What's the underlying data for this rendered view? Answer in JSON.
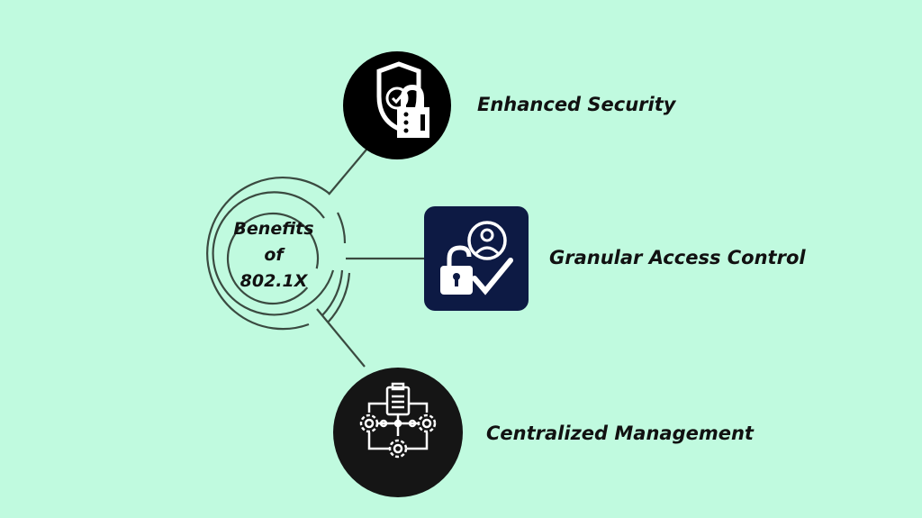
{
  "center": {
    "line1": "Benefits",
    "line2": "of",
    "line3": "802.1X"
  },
  "benefits": [
    {
      "label": "Enhanced Security",
      "icon": "shield-lock-icon"
    },
    {
      "label": "Granular Access Control",
      "icon": "user-unlock-check-icon"
    },
    {
      "label": "Centralized Management",
      "icon": "clipboard-gears-icon"
    }
  ],
  "colors": {
    "background": "#c0fadf",
    "line": "#3a4a40",
    "circle": "#000000",
    "navy": "#0d1a44"
  }
}
